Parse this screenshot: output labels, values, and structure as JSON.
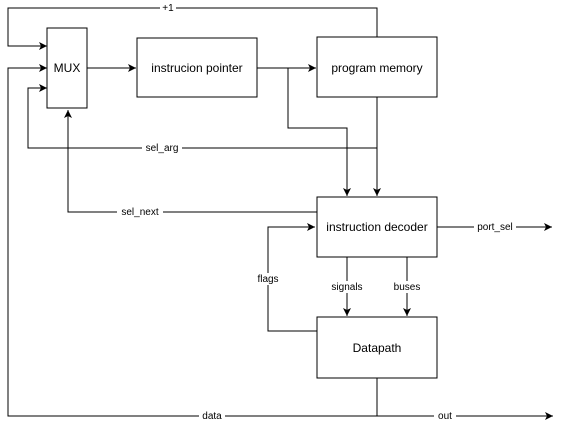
{
  "blocks": {
    "mux": "MUX",
    "instruction_pointer": "instrucion pointer",
    "program_memory": "program memory",
    "instruction_decoder": "instruction decoder",
    "datapath": "Datapath"
  },
  "edges": {
    "plus_one": "+1",
    "sel_arg": "sel_arg",
    "sel_next": "sel_next",
    "port_sel": "port_sel",
    "flags": "flags",
    "signals": "signals",
    "buses": "buses",
    "data": "data",
    "out": "out"
  }
}
